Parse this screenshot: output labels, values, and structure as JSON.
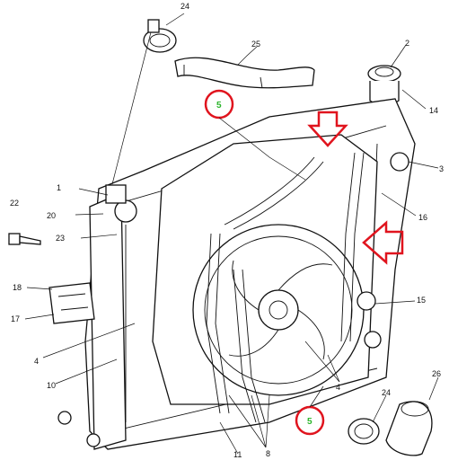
{
  "callouts": {
    "c1": "1",
    "c2": "2",
    "c3": "3",
    "c4a": "4",
    "c4b": "4",
    "c5a": "5",
    "c5b": "5",
    "c8": "8",
    "c10": "10",
    "c11": "11",
    "c14": "14",
    "c15": "15",
    "c16": "16",
    "c17": "17",
    "c18": "18",
    "c20": "20",
    "c22": "22",
    "c23": "23",
    "c24a": "24",
    "c24b": "24",
    "c25": "25",
    "c26": "26"
  },
  "colors": {
    "line": "#111111",
    "highlight": "#e0141e",
    "callout_accent": "#2bb52b",
    "background": "#ffffff"
  }
}
